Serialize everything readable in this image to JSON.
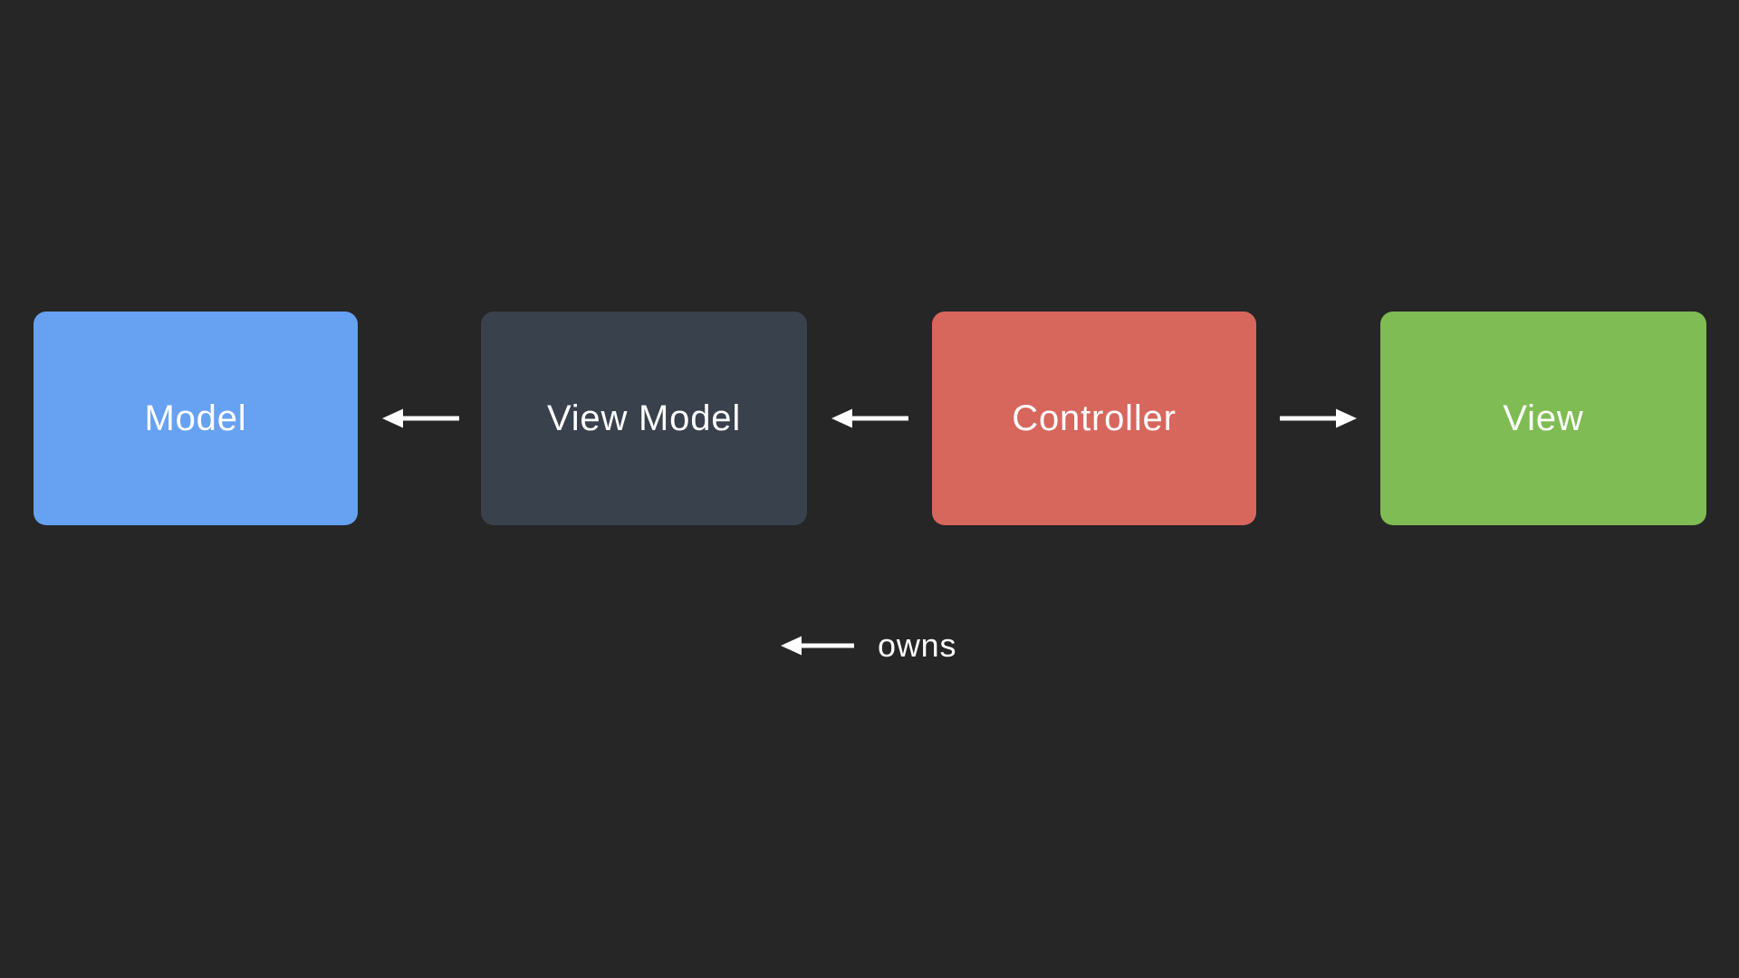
{
  "canvas": {
    "background_color": "#262626"
  },
  "diagram": {
    "arrow_color": "#FFFFFF",
    "nodes": [
      {
        "id": "model",
        "label": "Model",
        "color": "#66A1F2",
        "text_color": "#FFFFFF"
      },
      {
        "id": "view-model",
        "label": "View Model",
        "color": "#38414C",
        "text_color": "#FFFFFF"
      },
      {
        "id": "controller",
        "label": "Controller",
        "color": "#D7665D",
        "text_color": "#FFFFFF"
      },
      {
        "id": "view",
        "label": "View",
        "color": "#7FBC54",
        "text_color": "#FFFFFF"
      }
    ],
    "edges": [
      {
        "from": "view-model",
        "to": "model",
        "relation": "owns",
        "direction": "left"
      },
      {
        "from": "controller",
        "to": "view-model",
        "relation": "owns",
        "direction": "left"
      },
      {
        "from": "controller",
        "to": "view",
        "relation": "owns",
        "direction": "right"
      }
    ],
    "legend": {
      "symbol": "left-arrow",
      "label": "owns"
    }
  }
}
